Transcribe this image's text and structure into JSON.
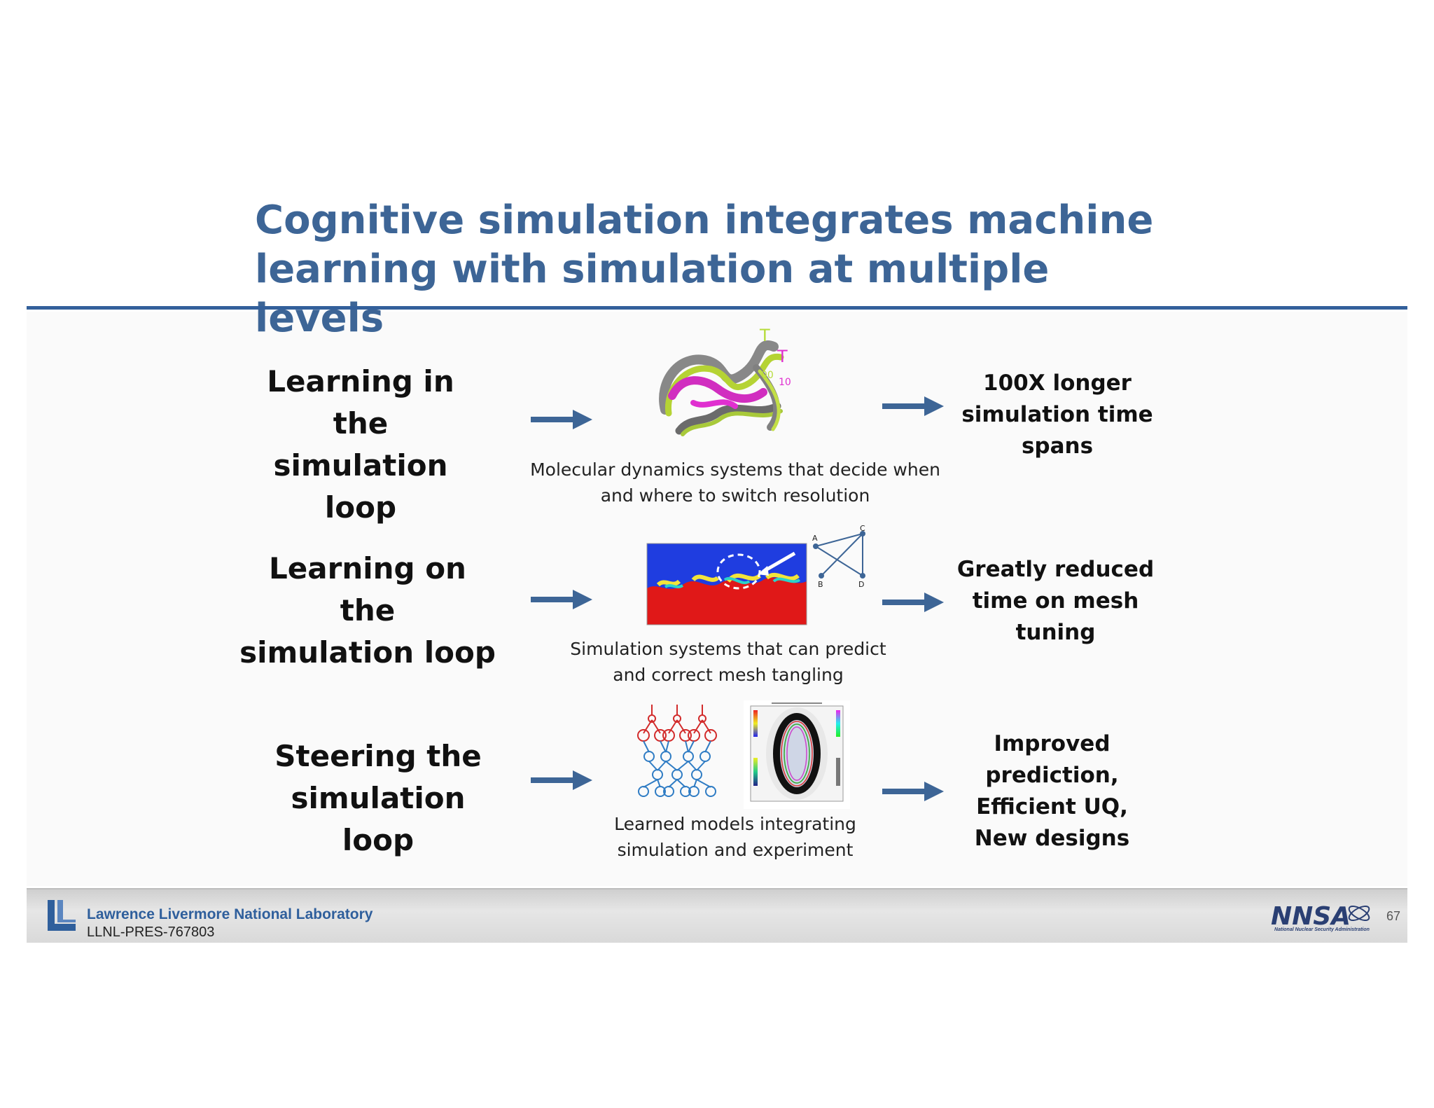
{
  "title": {
    "line1": "Cognitive simulation integrates machine",
    "line2": "learning with simulation at multiple levels"
  },
  "rows": [
    {
      "left": [
        "Learning in the",
        "simulation",
        "loop"
      ],
      "caption": [
        "Molecular dynamics systems that decide when",
        "and where to switch resolution"
      ],
      "right": [
        "100X longer",
        "simulation time",
        "spans"
      ],
      "figure_labels": {
        "t1": "T",
        "t2": "T",
        "n1": "00",
        "n2": "10"
      }
    },
    {
      "left": [
        "Learning on the",
        "simulation loop"
      ],
      "caption": [
        "Simulation systems that can predict",
        "and correct mesh tangling"
      ],
      "right": [
        "Greatly reduced",
        "time on mesh",
        "tuning"
      ],
      "figure_labels": {
        "a": "A",
        "b": "B",
        "c": "C",
        "d": "D"
      }
    },
    {
      "left": [
        "Steering the",
        "simulation",
        "loop"
      ],
      "caption": [
        "Learned models integrating",
        "simulation and experiment"
      ],
      "right": [
        "Improved",
        "prediction,",
        "Efficient UQ,",
        "New designs"
      ]
    }
  ],
  "footer": {
    "lab_name": "Lawrence Livermore National Laboratory",
    "doc_id": "LLNL-PRES-767803",
    "nnsa_logo_text": "NNSA",
    "nnsa_subtitle": "National Nuclear Security Administration",
    "page_number": "67"
  },
  "colors": {
    "title": "#3d6596",
    "rule": "#33609b",
    "arrow": "#3d6596"
  }
}
